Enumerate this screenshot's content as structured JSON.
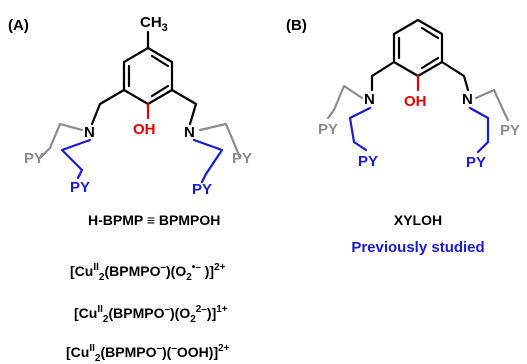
{
  "panel_a": {
    "label": "(A)",
    "methyl": "CH",
    "methyl_sub": "3",
    "n_left": "N",
    "n_right": "N",
    "oh": "OH",
    "py_gray_left": "PY",
    "py_blue_left": "PY",
    "py_gray_right": "PY",
    "py_blue_right": "PY",
    "name_line": "H-BPMP ≡ BPMPOH",
    "formulas": {
      "f1": {
        "a": "[Cu",
        "sup1": "II",
        "b": "",
        "sub1": "2",
        "c": "(BPMPO",
        "sup2": "–",
        "d": ")(O",
        "sub2": "2",
        "sup3": "•–",
        "e": " )]",
        "sup4": "2+"
      },
      "f2": {
        "a": "[Cu",
        "sup1": "II",
        "sub1": "2",
        "c": "(BPMPO",
        "sup2": "–",
        "d": ")(O",
        "sub2": "2",
        "sup3": "2–",
        "e": ")]",
        "sup4": "1+"
      },
      "f3": {
        "a": "[Cu",
        "sup1": "II",
        "sub1": "2",
        "c": "(BPMPO",
        "sup2": "–",
        "d": ")(",
        "sup3": "–",
        "e": "OOH)]",
        "sup4": "2+"
      }
    }
  },
  "panel_b": {
    "label": "(B)",
    "n_left": "N",
    "n_right": "N",
    "oh": "OH",
    "py_gray_left": "PY",
    "py_blue_left": "PY",
    "py_gray_right": "PY",
    "py_blue_right": "PY",
    "name": "XYLOH",
    "note": "Previously studied"
  },
  "colors": {
    "black": "#000000",
    "gray": "#8c8c8c",
    "blue": "#1a1ad0",
    "red": "#e00000"
  }
}
